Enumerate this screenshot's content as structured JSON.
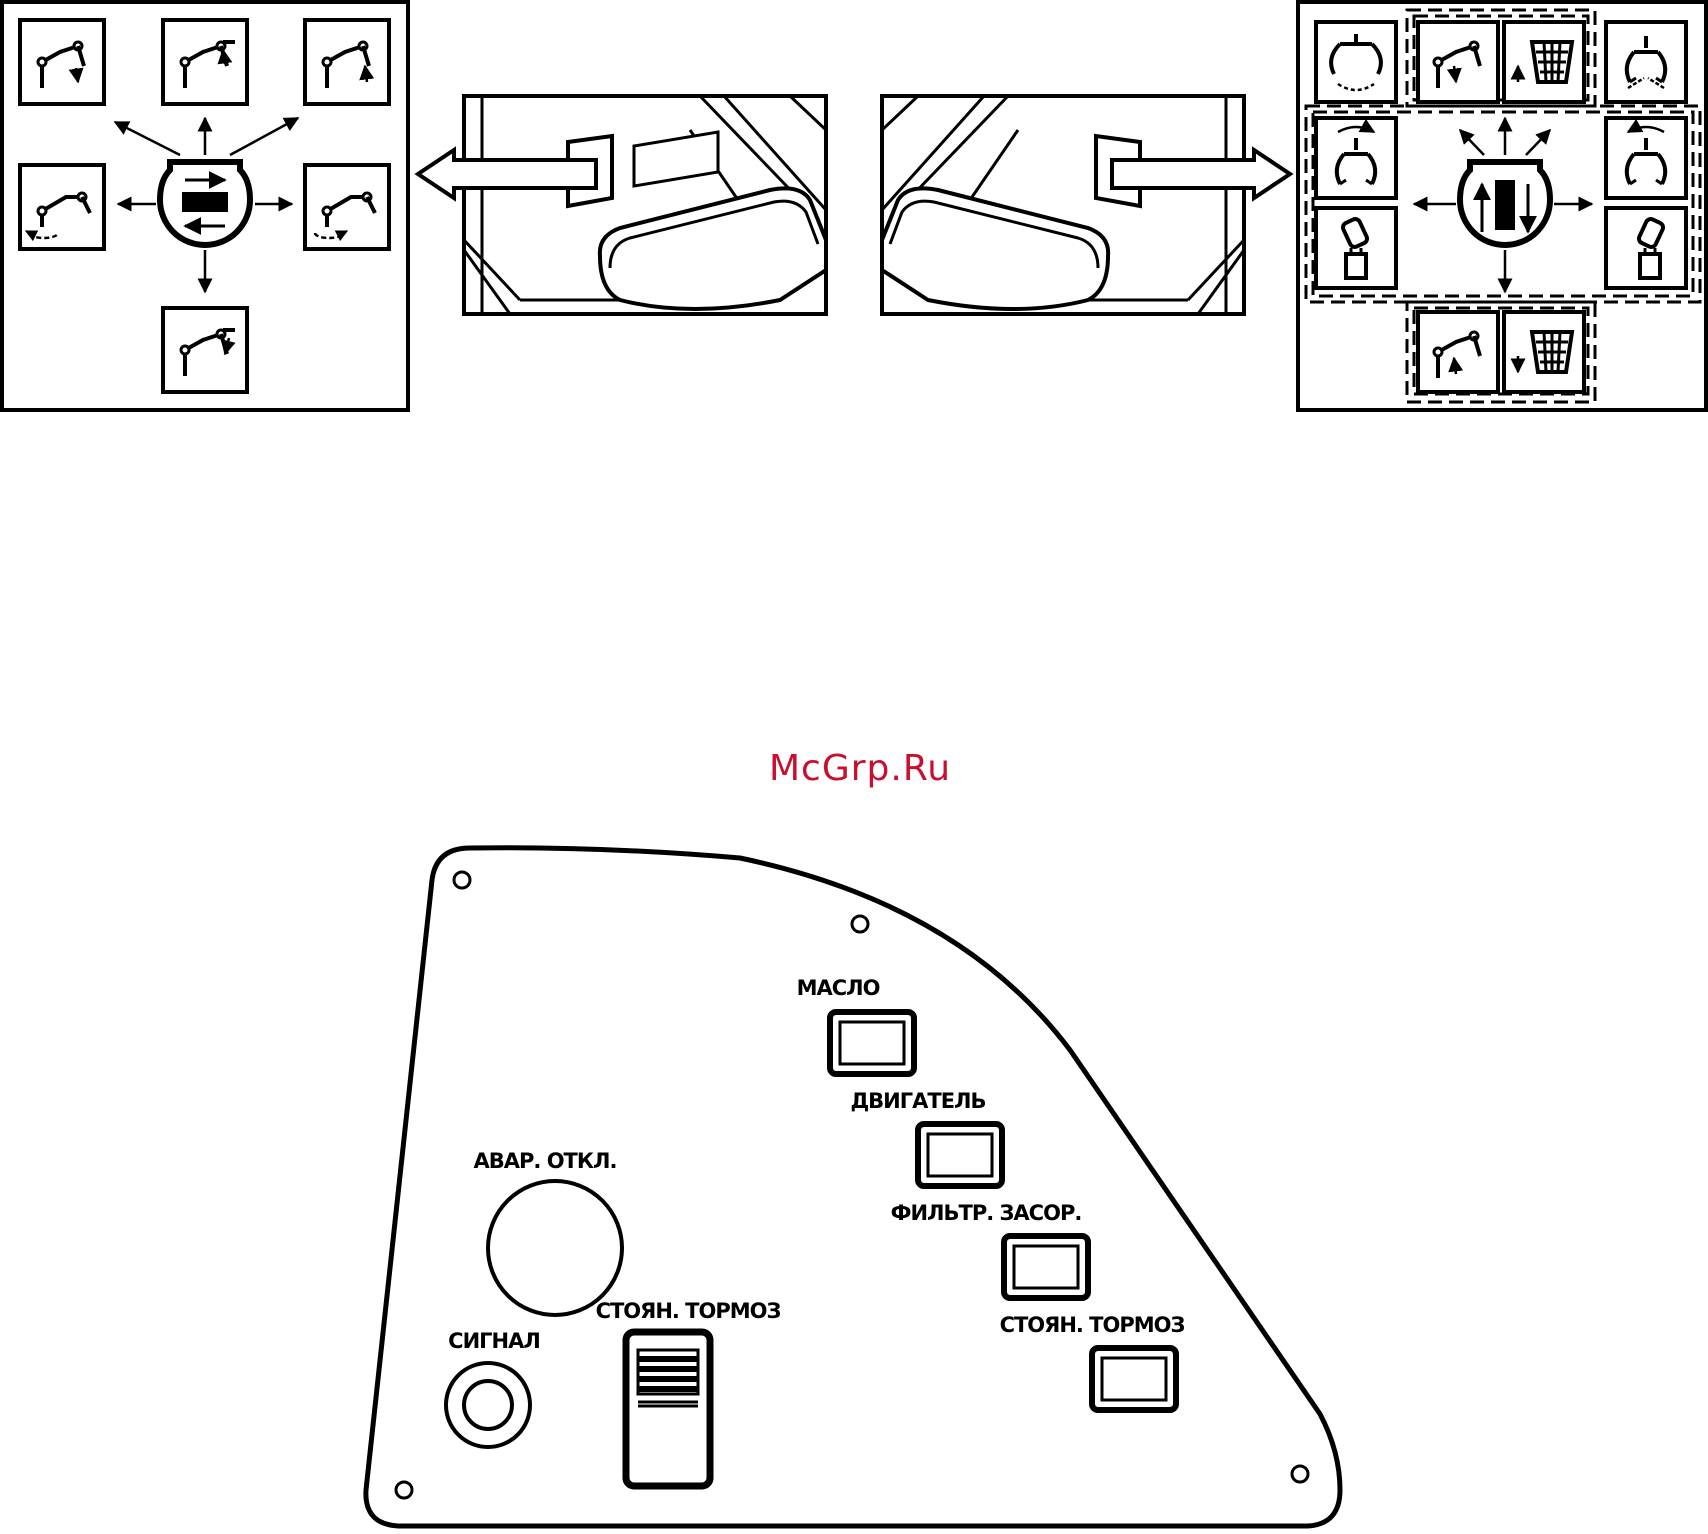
{
  "watermark": {
    "text": "McGrp.Ru",
    "color": "#c8102e"
  },
  "top_row": {
    "left_panel": {
      "description_icons": [
        "boom-arm-up-icon",
        "boom-arm-raise-icon",
        "boom-arm-lift-icon",
        "boom-swing-left-icon",
        "boom-swing-right-icon",
        "boom-arm-extend-icon"
      ],
      "joystick_icon": "joystick-horizontal-icon"
    },
    "left_cab_view_icon": "cab-left-joystick-arrow-icon",
    "right_cab_view_icon": "cab-right-joystick-arrow-icon",
    "right_panel": {
      "icons": [
        "grapple-open-icon",
        "boom-arm-down-icon",
        "bunk-up-icon",
        "grapple-close-icon",
        "rotator-left-icon",
        "rotator-right-icon",
        "tilt-left-icon",
        "tilt-right-icon",
        "boom-arm-up-icon",
        "bunk-down-icon"
      ],
      "joystick_icon": "joystick-vertical-icon"
    }
  },
  "control_panel": {
    "indicators": [
      {
        "label": "МАСЛО"
      },
      {
        "label": "ДВИГАТЕЛЬ"
      },
      {
        "label": "ФИЛЬТР. ЗАСОР."
      },
      {
        "label": "СТОЯН. ТОРМОЗ"
      }
    ],
    "emergency_stop_label": "АВАР. ОТКЛ.",
    "horn_label": "СИГНАЛ",
    "parking_brake_switch_label": "СТОЯН. ТОРМОЗ"
  }
}
